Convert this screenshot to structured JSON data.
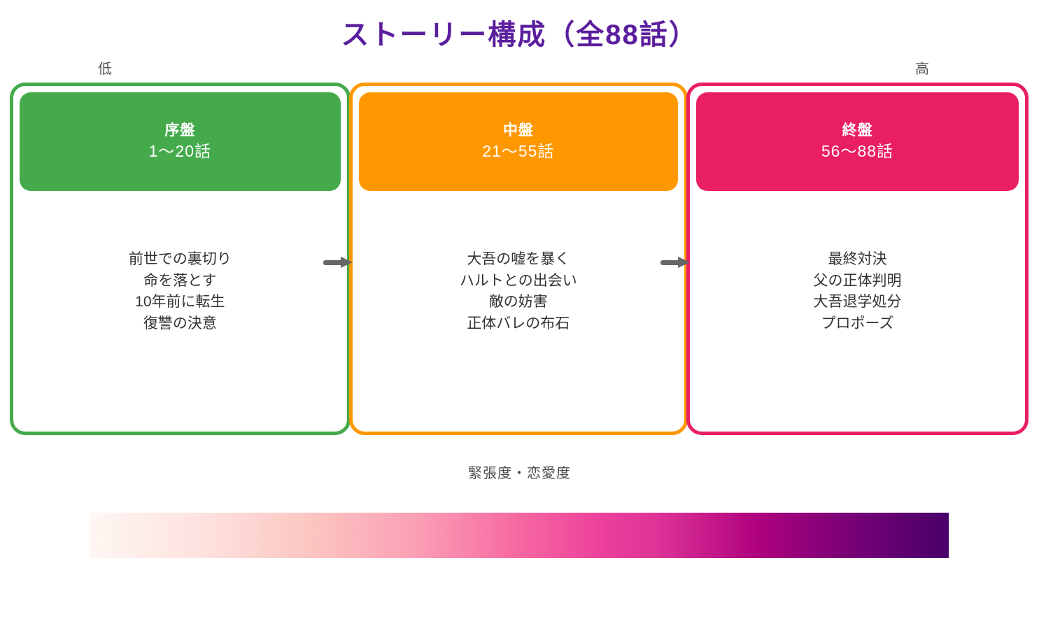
{
  "title": "ストーリー構成（全88話）",
  "title_color": "#5b1f9e",
  "panels": [
    {
      "stage_name": "序盤",
      "episode_range": "1〜20話",
      "color": "#45aa4c",
      "bullets": [
        "前世での裏切り",
        "命を落とす",
        "10年前に転生",
        "復讐の決意"
      ]
    },
    {
      "stage_name": "中盤",
      "episode_range": "21〜55話",
      "color": "#ff9800",
      "bullets": [
        "大吾の嘘を暴く",
        "ハルトとの出会い",
        "敵の妨害",
        "正体バレの布石"
      ]
    },
    {
      "stage_name": "終盤",
      "episode_range": "56〜88話",
      "color": "#ea1e63",
      "bullets": [
        "最終対決",
        "父の正体判明",
        "大吾退学処分",
        "プロポーズ"
      ]
    }
  ],
  "arrows": [
    {
      "name": "arrow-beginning-to-middle",
      "direction": "right",
      "color": "#666666"
    },
    {
      "name": "arrow-middle-to-end",
      "direction": "right",
      "color": "#666666"
    }
  ],
  "colorbar": {
    "label": "緊張度・恋愛度",
    "low_label": "低",
    "high_label": "高",
    "colormap": "RdPu",
    "start_color": "#fff7f3",
    "end_color": "#49006a"
  },
  "chart_data": {
    "type": "table",
    "title": "ストーリー構成（全88話）",
    "categories": [
      "序盤",
      "中盤",
      "終盤"
    ],
    "episode_ranges": [
      "1〜20話",
      "21〜55話",
      "56〜88話"
    ],
    "episode_start": [
      1,
      21,
      56
    ],
    "episode_end": [
      20,
      55,
      88
    ],
    "total_episodes": 88,
    "series": [
      {
        "name": "序盤",
        "values": [
          "前世での裏切り",
          "命を落とす",
          "10年前に転生",
          "復讐の決意"
        ]
      },
      {
        "name": "中盤",
        "values": [
          "大吾の嘘を暴く",
          "ハルトとの出会い",
          "敵の妨害",
          "正体バレの布石"
        ]
      },
      {
        "name": "終盤",
        "values": [
          "最終対決",
          "父の正体判明",
          "大吾退学処分",
          "プロポーズ"
        ]
      }
    ],
    "colorbar_label": "緊張度・恋愛度",
    "colorbar_ticks": [
      "低",
      "高"
    ],
    "legend": "none",
    "grid": false
  }
}
